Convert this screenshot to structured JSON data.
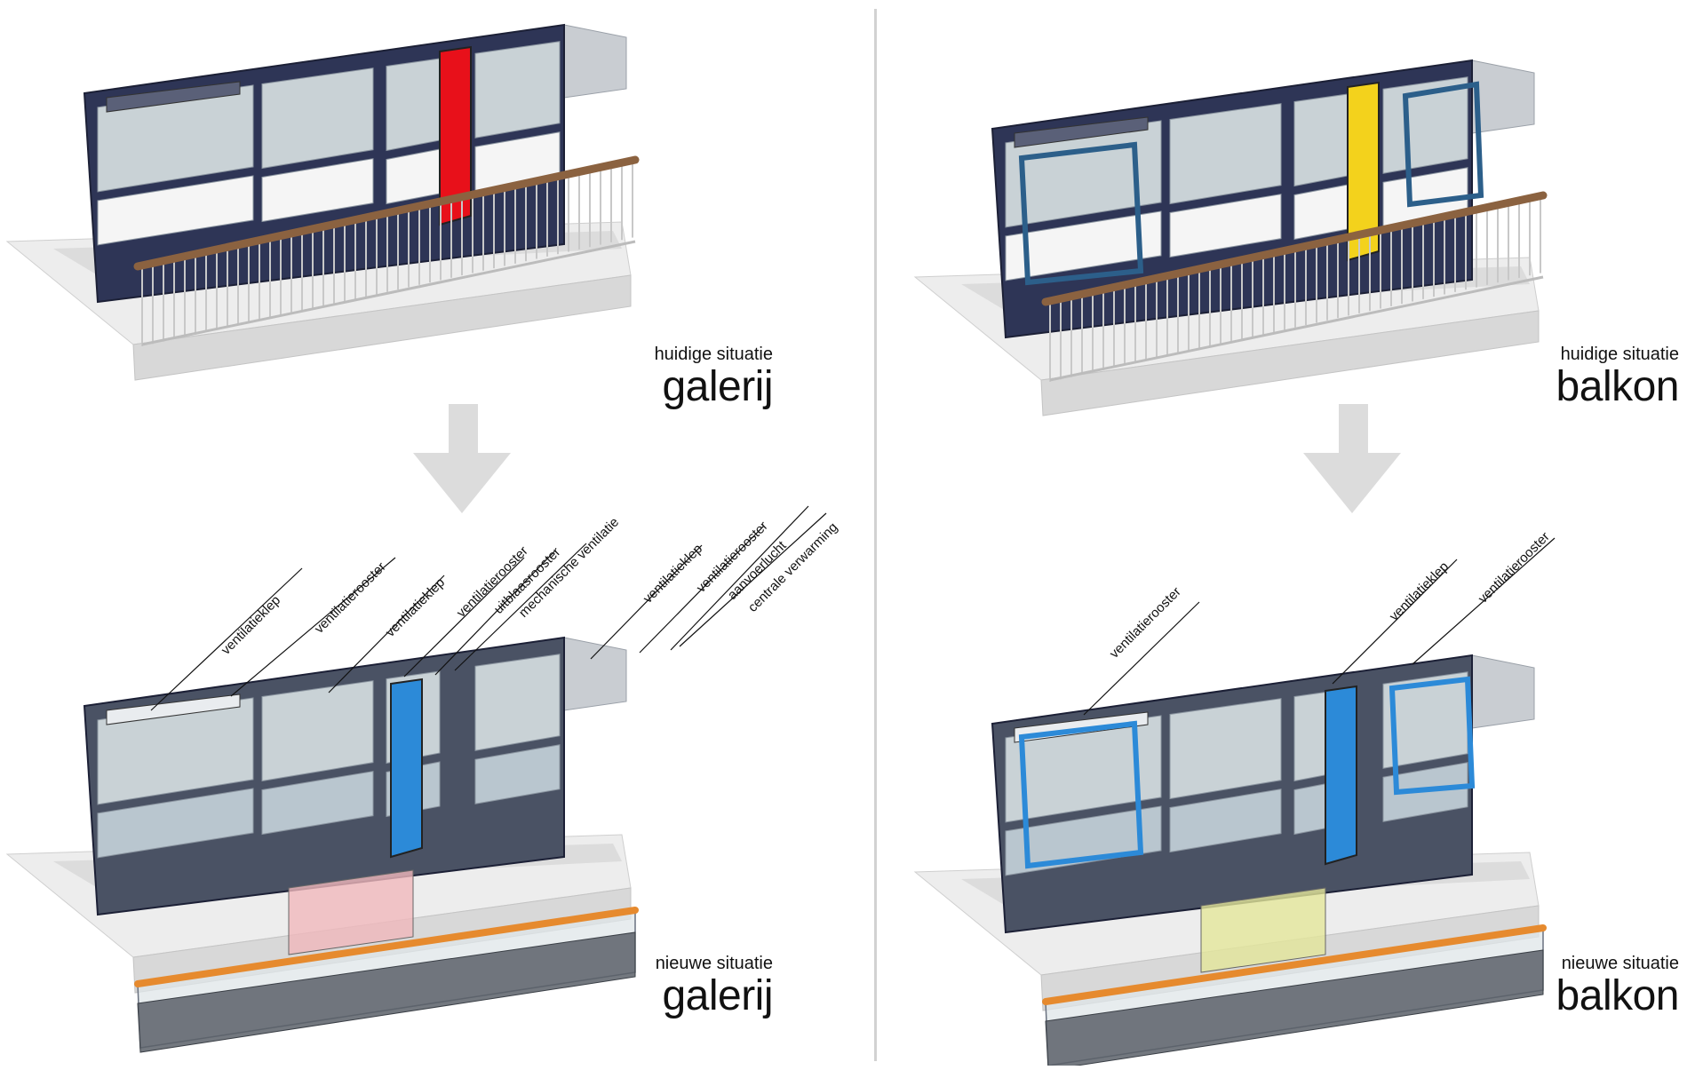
{
  "panels": {
    "top_left": {
      "label_small": "huidige situatie",
      "label_big": "galerij"
    },
    "top_right": {
      "label_small": "huidige situatie",
      "label_big": "balkon"
    },
    "bottom_left": {
      "label_small": "nieuwe situatie",
      "label_big": "galerij"
    },
    "bottom_right": {
      "label_small": "nieuwe situatie",
      "label_big": "balkon"
    }
  },
  "annotations_galerij": [
    "ventilatieklep",
    "ventilatierooster",
    "ventilatieklep",
    "ventilatierooster",
    "uitblaasrooster",
    "mechanische ventilatie",
    "ventilatieklep",
    "ventilatierooster",
    "aanvoerlucht",
    "centrale verwarming"
  ],
  "annotations_balkon": [
    "ventilatierooster",
    "ventilatieklep",
    "ventilatierooster"
  ],
  "colors": {
    "frame": "#2e3556",
    "frame_new": "#4a5264",
    "glass": "#c9d2d6",
    "door_red": "#e8101a",
    "door_blue": "#2c5f8a",
    "door_yellow": "#f3d21c",
    "rail_brown": "#8b6240",
    "rail_orange": "#e68a2e",
    "new_blue": "#2c8ad8",
    "panel_pink": "#f0b8bc",
    "panel_yellow": "#e3e69a",
    "arrow": "#dcdcdc"
  }
}
